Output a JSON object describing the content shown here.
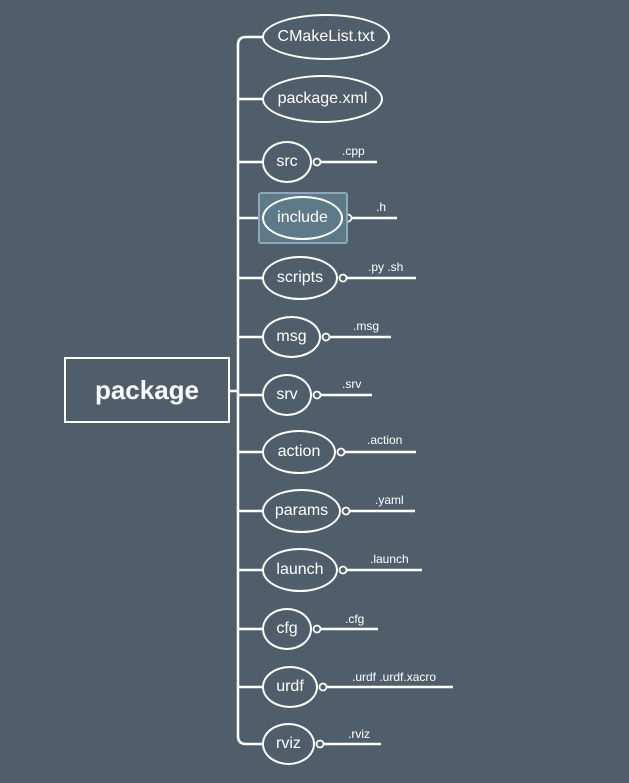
{
  "root": {
    "label": "package"
  },
  "nodes": [
    {
      "name": "cmakelist",
      "label": "CMakeList.txt",
      "ext": ""
    },
    {
      "name": "package-xml",
      "label": "package.xml",
      "ext": ""
    },
    {
      "name": "src",
      "label": "src",
      "ext": ".cpp"
    },
    {
      "name": "include",
      "label": "include",
      "ext": ".h",
      "selected": true
    },
    {
      "name": "scripts",
      "label": "scripts",
      "ext": ".py .sh"
    },
    {
      "name": "msg",
      "label": "msg",
      "ext": ".msg"
    },
    {
      "name": "srv",
      "label": "srv",
      "ext": ".srv"
    },
    {
      "name": "action",
      "label": "action",
      "ext": ".action"
    },
    {
      "name": "params",
      "label": "params",
      "ext": ".yaml"
    },
    {
      "name": "launch",
      "label": "launch",
      "ext": ".launch"
    },
    {
      "name": "cfg",
      "label": "cfg",
      "ext": ".cfg"
    },
    {
      "name": "urdf",
      "label": "urdf",
      "ext": ".urdf .urdf.xacro"
    },
    {
      "name": "rviz",
      "label": "rviz",
      "ext": ".rviz"
    }
  ],
  "colors": {
    "background": "#505e6b",
    "line": "#ffffff",
    "selection": "#5e7a88"
  }
}
